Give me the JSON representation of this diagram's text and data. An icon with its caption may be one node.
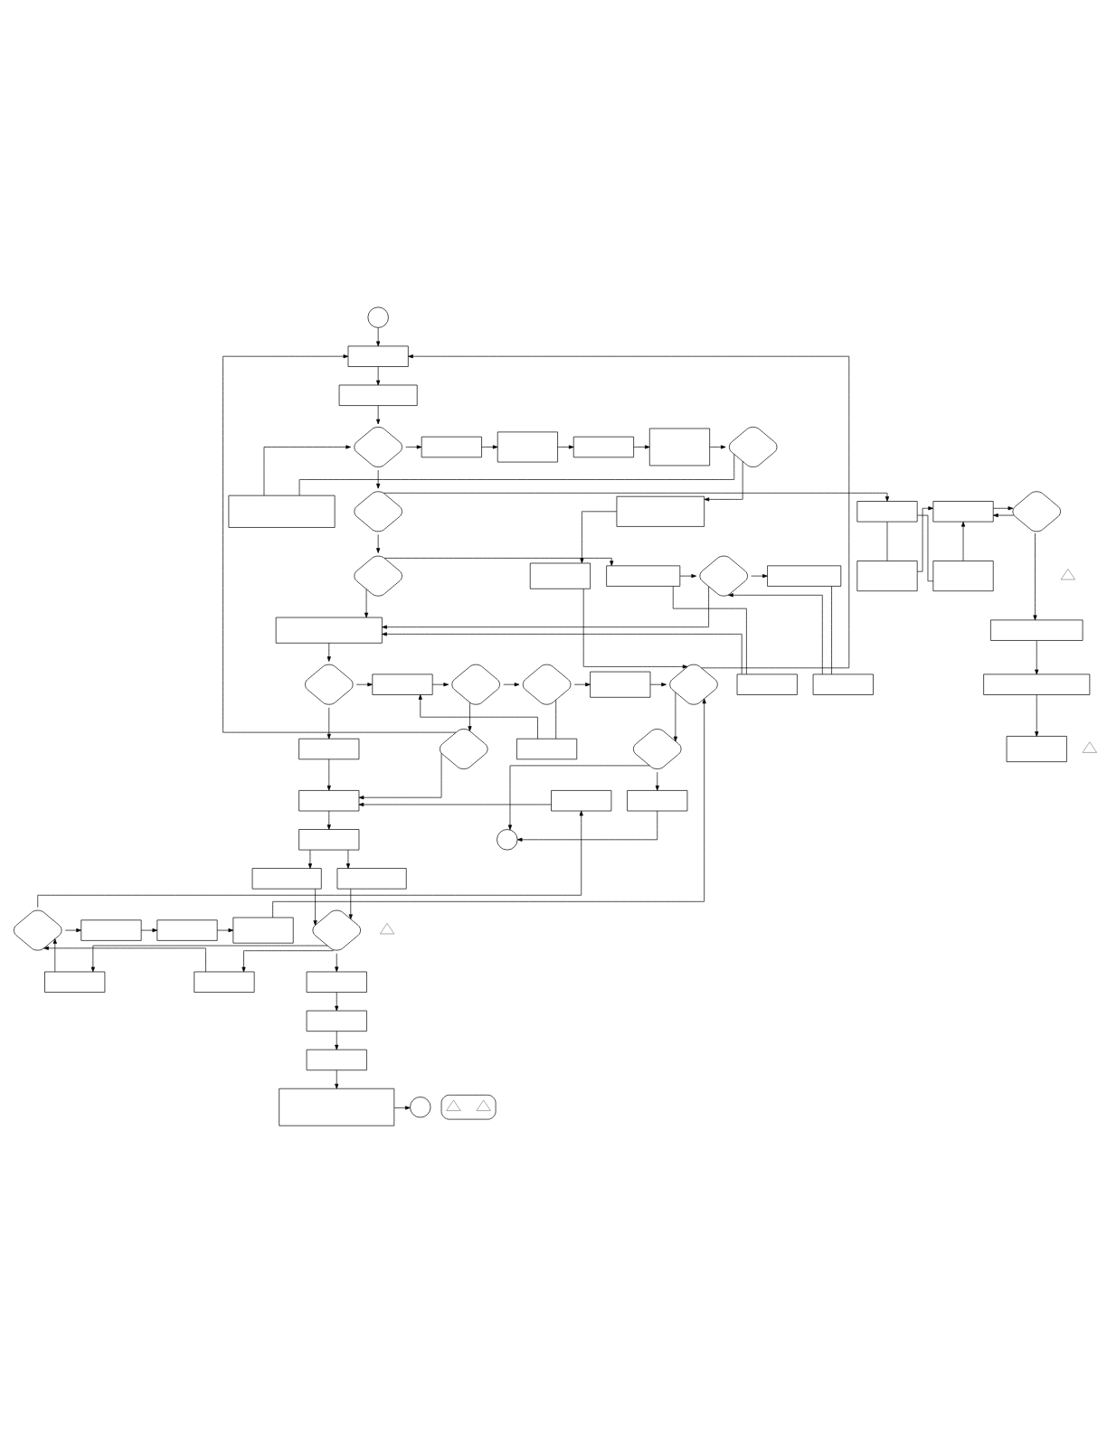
{
  "diagram": {
    "nodes": [
      {
        "text": [],
        "shape": "circle"
      },
      {
        "text": [],
        "shape": "box"
      },
      {
        "text": [],
        "shape": "box"
      },
      {
        "text": [],
        "shape": "box"
      },
      {
        "text": [],
        "shape": "diamond"
      },
      {
        "text": [],
        "shape": "box"
      },
      {
        "text": [],
        "shape": "box"
      },
      {
        "text": [],
        "shape": "box"
      },
      {
        "text": [],
        "shape": "box"
      },
      {
        "text": [],
        "shape": "diamond"
      },
      {
        "text": [],
        "shape": "box"
      },
      {
        "text": [],
        "shape": "box"
      },
      {
        "text": [],
        "shape": "diamond"
      },
      {
        "text": [],
        "shape": "box"
      },
      {
        "text": [],
        "shape": "box"
      },
      {
        "text": [],
        "shape": "box"
      },
      {
        "text": [],
        "shape": "box"
      },
      {
        "text": [],
        "shape": "diamond"
      },
      {
        "text": [],
        "shape": "box"
      },
      {
        "text": [],
        "shape": "box"
      },
      {
        "text": [],
        "shape": "box"
      },
      {
        "text": [],
        "shape": "diamond"
      },
      {
        "text": [],
        "shape": "box"
      },
      {
        "text": [],
        "shape": "box"
      },
      {
        "text": [],
        "shape": "diamond"
      },
      {
        "text": [],
        "shape": "box"
      },
      {
        "text": [],
        "shape": "box"
      },
      {
        "text": [],
        "shape": "box"
      },
      {
        "text": [],
        "shape": "diamond"
      },
      {
        "text": [],
        "shape": "diamond"
      },
      {
        "text": [],
        "shape": "box"
      },
      {
        "text": [],
        "shape": "diamond"
      },
      {
        "text": [],
        "shape": "diamond"
      },
      {
        "text": [],
        "shape": "box"
      },
      {
        "text": [],
        "shape": "box"
      },
      {
        "text": [],
        "shape": "diamond"
      },
      {
        "text": [],
        "shape": "box"
      },
      {
        "text": [],
        "shape": "box"
      },
      {
        "text": [],
        "shape": "box"
      },
      {
        "text": [],
        "shape": "box"
      },
      {
        "text": [],
        "shape": "box"
      },
      {
        "text": [],
        "shape": "box"
      },
      {
        "text": [],
        "shape": "diamond"
      },
      {
        "text": [],
        "shape": "box"
      },
      {
        "text": [],
        "shape": "box"
      },
      {
        "text": [],
        "shape": "diamond"
      },
      {
        "text": [],
        "shape": "box"
      },
      {
        "text": [],
        "shape": "box"
      },
      {
        "text": [],
        "shape": "box"
      },
      {
        "text": [],
        "shape": "diamond"
      },
      {
        "text": [],
        "shape": "box"
      },
      {
        "text": [],
        "shape": "circle"
      },
      {
        "text": [],
        "shape": "box"
      },
      {
        "text": [],
        "shape": "box"
      },
      {
        "text": [],
        "shape": "box"
      },
      {
        "text": [],
        "shape": "box"
      },
      {
        "text": [],
        "shape": "circle"
      },
      {
        "text": [],
        "shape": "box"
      },
      {
        "text": [],
        "shape": "triangle",
        "in": 57
      },
      {
        "text": [],
        "shape": "triangle",
        "in": 57
      },
      {
        "text": [],
        "shape": "triangle"
      },
      {
        "text": [],
        "shape": "triangle"
      },
      {
        "text": [],
        "shape": "triangle"
      }
    ],
    "edges": [
      {
        "from": 0,
        "to": 1,
        "arrow": "to"
      },
      {
        "from": 1,
        "to": 2,
        "arrow": "to"
      },
      {
        "from": 2,
        "to": 4,
        "arrow": "to"
      },
      {
        "from": 3,
        "to": 4,
        "arrow": "to"
      },
      {
        "from": 4,
        "to": 5,
        "arrow": "to"
      },
      {
        "from": 5,
        "to": 6,
        "arrow": "to"
      },
      {
        "from": 6,
        "to": 7,
        "arrow": "to"
      },
      {
        "from": 7,
        "to": 8,
        "arrow": "to"
      },
      {
        "from": 8,
        "to": 9,
        "arrow": "to"
      },
      {
        "from": 9,
        "to": 3,
        "arrow": "none"
      },
      {
        "from": 9,
        "to": 10,
        "arrow": "to"
      },
      {
        "from": 10,
        "to": 11,
        "arrow": "to"
      },
      {
        "from": 11,
        "to": 35,
        "arrow": "to"
      },
      {
        "from": 4,
        "to": 12,
        "arrow": "to"
      },
      {
        "from": 12,
        "to": 13,
        "arrow": "to"
      },
      {
        "from": 13,
        "to": 14,
        "arrow": "none"
      },
      {
        "from": 13,
        "to": 15,
        "arrow": "none"
      },
      {
        "from": 14,
        "to": 16,
        "arrow": "to"
      },
      {
        "from": 15,
        "to": 16,
        "arrow": "to"
      },
      {
        "from": 16,
        "to": 17,
        "arrow": "to"
      },
      {
        "from": 17,
        "to": 18,
        "arrow": "to"
      },
      {
        "from": 17,
        "to": 16,
        "arrow": "to"
      },
      {
        "from": 18,
        "to": 19,
        "arrow": "to"
      },
      {
        "from": 19,
        "to": 20,
        "arrow": "to"
      },
      {
        "from": 12,
        "to": 21,
        "arrow": "to"
      },
      {
        "from": 21,
        "to": 22,
        "arrow": "to"
      },
      {
        "from": 22,
        "to": 23,
        "arrow": "none"
      },
      {
        "from": 22,
        "to": 24,
        "arrow": "to"
      },
      {
        "from": 24,
        "to": 25,
        "arrow": "to"
      },
      {
        "from": 25,
        "to": 26,
        "arrow": "none"
      },
      {
        "from": 26,
        "to": 24,
        "arrow": "to"
      },
      {
        "from": 23,
        "to": 27,
        "arrow": "to"
      },
      {
        "from": 24,
        "to": 27,
        "arrow": "to"
      },
      {
        "from": 21,
        "to": 27,
        "arrow": "to"
      },
      {
        "from": 27,
        "to": 29,
        "arrow": "to"
      },
      {
        "from": 29,
        "to": 30,
        "arrow": "to"
      },
      {
        "from": 30,
        "to": 31,
        "arrow": "to"
      },
      {
        "from": 31,
        "to": 32,
        "arrow": "to"
      },
      {
        "from": 32,
        "to": 33,
        "arrow": "to"
      },
      {
        "from": 33,
        "to": 35,
        "arrow": "to"
      },
      {
        "from": 32,
        "to": 34,
        "arrow": "none"
      },
      {
        "from": 34,
        "to": 30,
        "arrow": "to"
      },
      {
        "from": 31,
        "to": 28,
        "arrow": "to"
      },
      {
        "from": 28,
        "to": 1,
        "arrow": "to"
      },
      {
        "from": 35,
        "to": 1,
        "arrow": "to"
      },
      {
        "from": 28,
        "to": 37,
        "arrow": "to"
      },
      {
        "from": 29,
        "to": 36,
        "arrow": "to"
      },
      {
        "from": 36,
        "to": 37,
        "arrow": "to"
      },
      {
        "from": 37,
        "to": 39,
        "arrow": "to"
      },
      {
        "from": 38,
        "to": 37,
        "arrow": "to"
      },
      {
        "from": 39,
        "to": 40,
        "arrow": "to"
      },
      {
        "from": 39,
        "to": 41,
        "arrow": "to"
      },
      {
        "from": 40,
        "to": 42,
        "arrow": "to"
      },
      {
        "from": 41,
        "to": 42,
        "arrow": "to"
      },
      {
        "from": 42,
        "to": 43,
        "arrow": "to"
      },
      {
        "from": 42,
        "to": 44,
        "arrow": "to"
      },
      {
        "from": 43,
        "to": 45,
        "arrow": "to"
      },
      {
        "from": 44,
        "to": 45,
        "arrow": "to"
      },
      {
        "from": 45,
        "to": 38,
        "arrow": "to"
      },
      {
        "from": 45,
        "to": 46,
        "arrow": "to"
      },
      {
        "from": 46,
        "to": 47,
        "arrow": "to"
      },
      {
        "from": 47,
        "to": 48,
        "arrow": "to"
      },
      {
        "from": 48,
        "to": 35,
        "arrow": "to"
      },
      {
        "from": 35,
        "to": 49,
        "arrow": "to"
      },
      {
        "from": 49,
        "to": 50,
        "arrow": "to"
      },
      {
        "from": 49,
        "to": 51,
        "arrow": "to"
      },
      {
        "from": 50,
        "to": 51,
        "arrow": "to"
      },
      {
        "from": 42,
        "to": 52,
        "arrow": "to"
      },
      {
        "from": 52,
        "to": 53,
        "arrow": "to"
      },
      {
        "from": 53,
        "to": 54,
        "arrow": "to"
      },
      {
        "from": 54,
        "to": 55,
        "arrow": "to"
      },
      {
        "from": 55,
        "to": 56,
        "arrow": "to"
      }
    ]
  }
}
